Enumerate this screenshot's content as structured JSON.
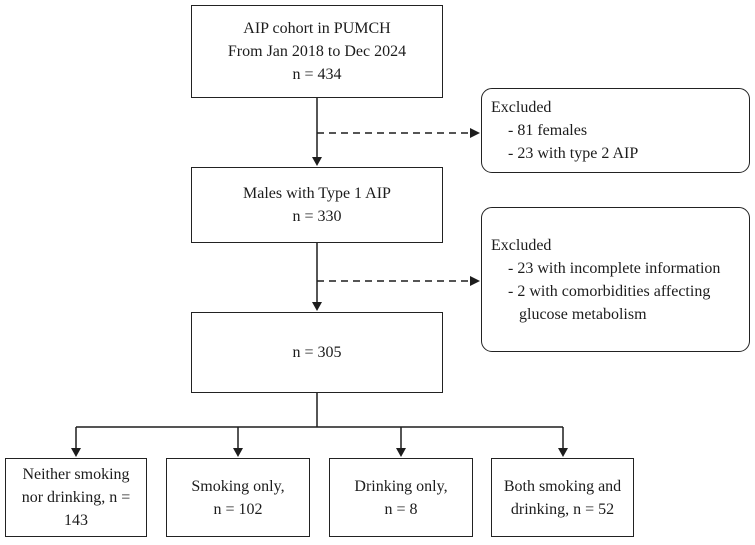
{
  "diagram": {
    "kind": "study-flowchart",
    "colors": {
      "background": "#ffffff",
      "border": "#222222",
      "text": "#1c1c1c",
      "line": "#1d1d1d"
    },
    "nodes": {
      "cohort": {
        "lines": [
          "AIP cohort in PUMCH",
          "From Jan 2018 to Dec 2024",
          "n = 434"
        ]
      },
      "excluded1": {
        "title": "Excluded",
        "items": [
          "- 81 females",
          "- 23 with type 2 AIP"
        ]
      },
      "males": {
        "lines": [
          "Males with Type 1 AIP",
          "n = 330"
        ]
      },
      "excluded2": {
        "title": "Excluded",
        "items": [
          "- 23 with incomplete information",
          "- 2 with comorbidities affecting glucose metabolism"
        ]
      },
      "analyzed": {
        "lines": [
          "n = 305"
        ]
      },
      "group_neither": {
        "lines": [
          "Neither smoking",
          "nor drinking, n =",
          "143"
        ]
      },
      "group_smoking": {
        "lines": [
          "Smoking only,",
          "n = 102"
        ]
      },
      "group_drinking": {
        "lines": [
          "Drinking only,",
          "n = 8"
        ]
      },
      "group_both": {
        "lines": [
          "Both smoking and",
          "drinking, n = 52"
        ]
      }
    }
  }
}
